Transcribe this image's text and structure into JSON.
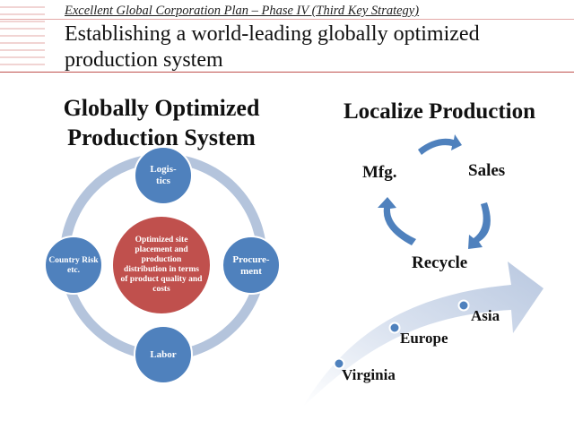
{
  "header": {
    "subtitle": "Excellent Global Corporation Plan – Phase IV (Third Key Strategy)",
    "title": "Establishing a world-leading globally optimized production system"
  },
  "left_diagram": {
    "heading": "Globally Optimized Production System",
    "center": "Optimized site placement and production distribution in terms of product quality and costs",
    "nodes": {
      "top": "Logis-tics",
      "right": "Procure-ment",
      "bottom": "Labor",
      "left": "Country Risk etc."
    }
  },
  "right_diagram": {
    "heading": "Localize Production",
    "cycle": {
      "mfg": "Mfg.",
      "sales": "Sales",
      "recycle": "Recycle"
    },
    "regions": [
      "Virginia",
      "Europe",
      "Asia"
    ]
  },
  "colors": {
    "node_blue": "#4f81bd",
    "center_red": "#c0504d",
    "ring": "#b4c4dc",
    "rule": "#c0504d"
  }
}
